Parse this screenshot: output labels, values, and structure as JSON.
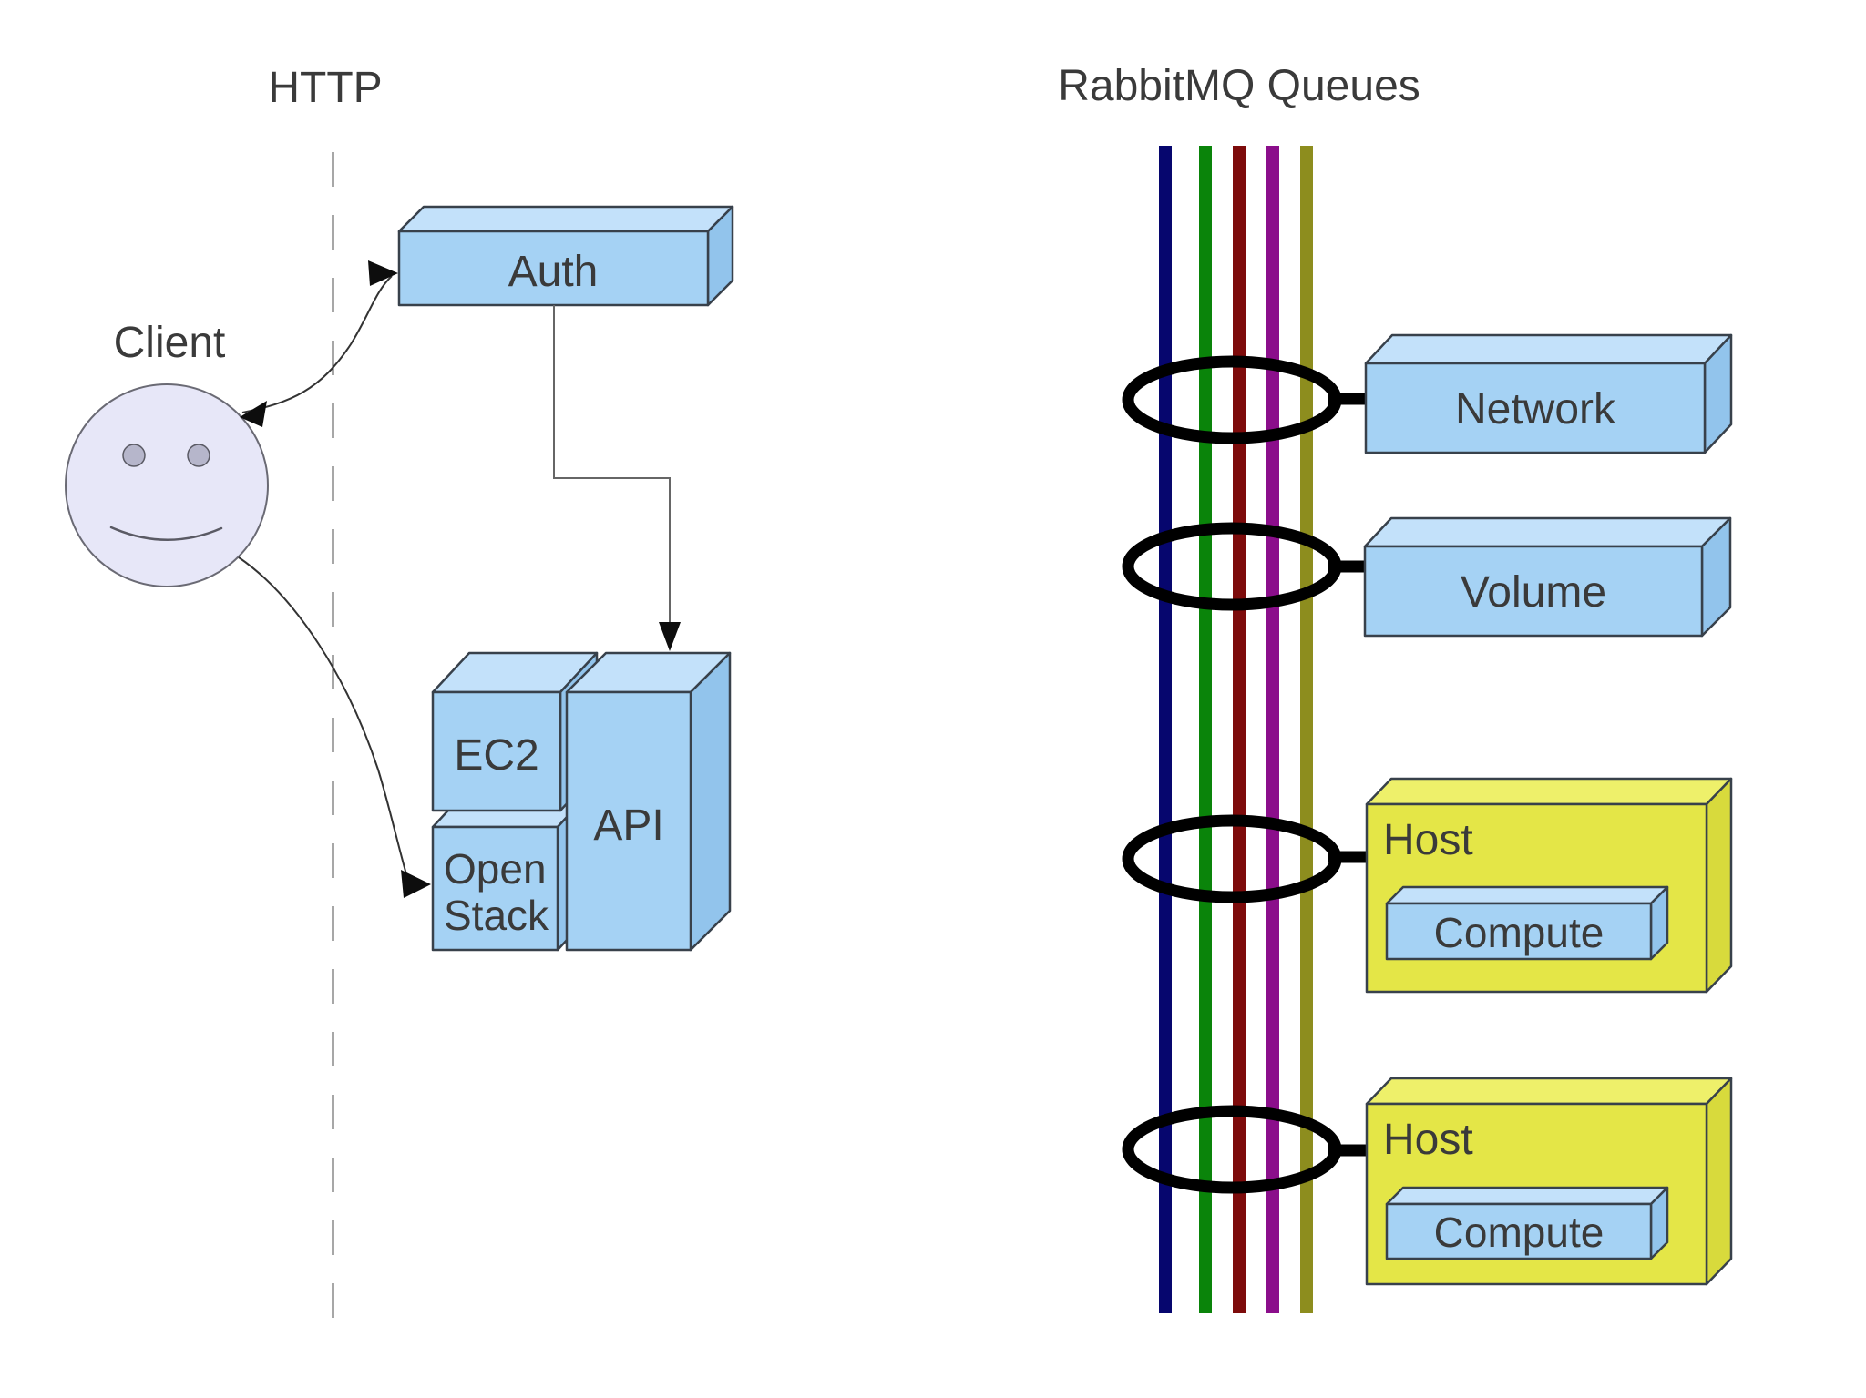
{
  "left_section": {
    "title": "HTTP",
    "client": {
      "label": "Client"
    },
    "nodes": {
      "auth": "Auth",
      "ec2": "EC2",
      "openstack_line1": "Open",
      "openstack_line2": "Stack",
      "api": "API"
    }
  },
  "right_section": {
    "title": "RabbitMQ Queues",
    "queue_lines": [
      {
        "name": "navy",
        "color": "#06066e"
      },
      {
        "name": "green",
        "color": "#0a840a"
      },
      {
        "name": "dark-red",
        "color": "#7d0b0b"
      },
      {
        "name": "purple",
        "color": "#8b0e8b"
      },
      {
        "name": "olive",
        "color": "#8d8d1e"
      }
    ],
    "workers": [
      {
        "label": "Network"
      },
      {
        "label": "Volume"
      },
      {
        "label": "Host",
        "inner": "Compute"
      },
      {
        "label": "Host",
        "inner": "Compute"
      }
    ]
  },
  "colors": {
    "blue_box_front": "#a5d2f4",
    "blue_box_top": "#c3e1fa",
    "blue_box_side": "#92c4ec",
    "yellow_box_front": "#e4e647",
    "yellow_box_top": "#eef06a",
    "yellow_box_side": "#d8da3c",
    "text": "#3a3a3a",
    "queue_ring": "#000000"
  }
}
